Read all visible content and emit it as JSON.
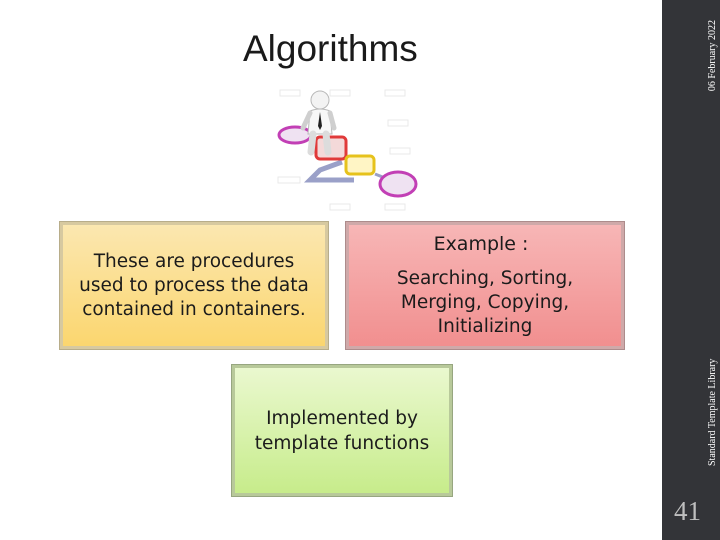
{
  "slide": {
    "title": "Algorithms",
    "date": "06 February 2022",
    "footer": "Standard Template Library",
    "number": "41"
  },
  "boxes": {
    "definition": "These are procedures used to process the data contained in containers.",
    "example_heading": "Example :",
    "example_items": "Searching, Sorting, Merging, Copying, Initializing",
    "implementation": "Implemented by template functions"
  },
  "colors": {
    "sidebar": "#333438",
    "yellow_box": "#fbd66f",
    "pink_box": "#f18f8f",
    "green_box": "#c7ec8b"
  },
  "illustration": {
    "icon": "person-on-flowchart-icon"
  }
}
